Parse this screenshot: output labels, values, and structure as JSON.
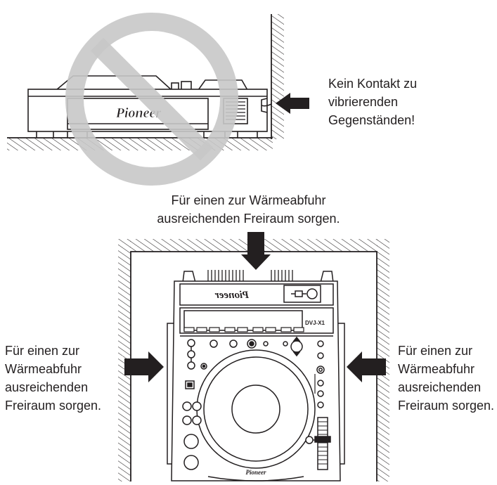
{
  "captions": {
    "top_right": [
      "Kein Kontakt zu",
      "vibrierenden",
      "Gegenständen!"
    ],
    "middle": [
      "Für einen zur Wärmeabfuhr",
      "ausreichenden Freiraum sorgen."
    ],
    "left": [
      "Für einen zur",
      "Wärmeabfuhr",
      "ausreichenden",
      "Freiraum sorgen."
    ],
    "right": [
      "Für einen zur",
      "Wärmeabfuhr",
      "ausreichenden",
      "Freiraum sorgen."
    ]
  },
  "device": {
    "brand_mirrored": "Pioneer",
    "brand_side": "Pioneer",
    "brand_front": "Pioneer",
    "model": "DVJ-X1"
  },
  "colors": {
    "ink": "#231f20",
    "prohibition_sign": "#c8c8c8",
    "background": "#ffffff"
  },
  "icons": [
    "prohibition-icon",
    "arrow-icon"
  ]
}
